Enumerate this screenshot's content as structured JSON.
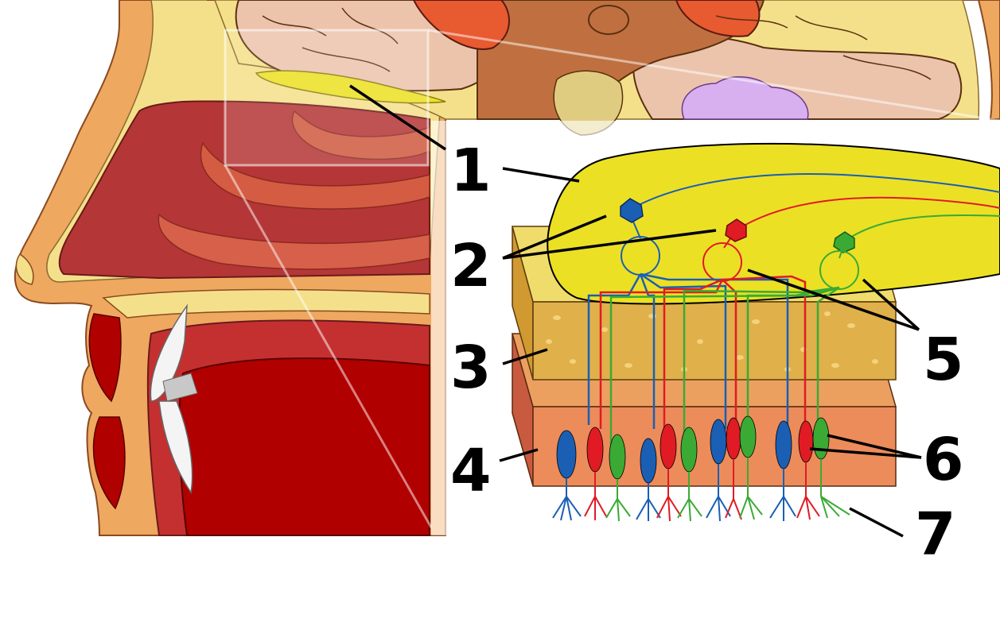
{
  "diagram": {
    "callouts": [
      "1",
      "2",
      "3",
      "4",
      "5",
      "6",
      "7"
    ],
    "colors": {
      "neuron_blue": "#1a5fb4",
      "neuron_red": "#e01b24",
      "neuron_green": "#3aaa35",
      "olfactory_bulb": "#ece024",
      "bone_layer": "#e0b04a",
      "epithelium": "#ec8c5a",
      "nasal_cavity": "#b53636",
      "mouth": "#b00000",
      "skin": "#eea860",
      "brain": "#ecc4ac",
      "brain_dark": "#c07040",
      "pituitary": "#d8b0f0"
    }
  }
}
